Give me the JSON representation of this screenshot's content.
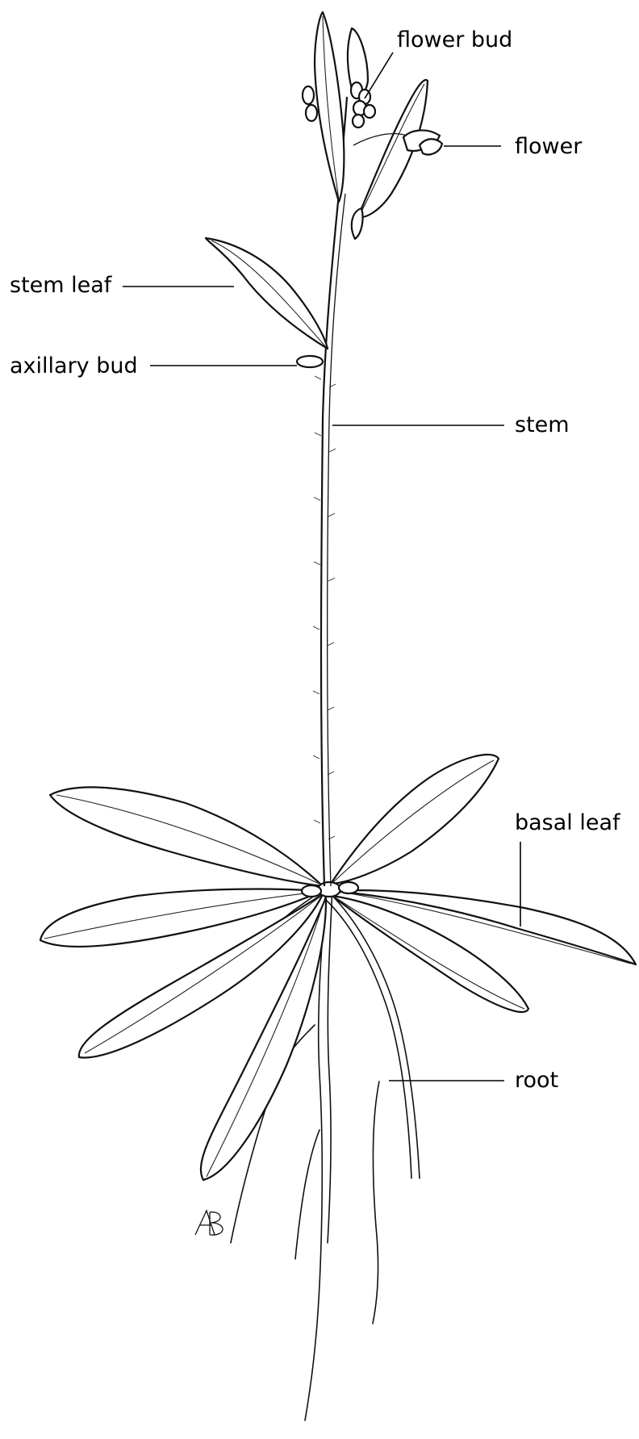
{
  "labels": {
    "flower_bud": "flower bud",
    "flower": "flower",
    "stem_leaf": "stem leaf",
    "axillary_bud": "axillary bud",
    "stem": "stem",
    "basal_leaf": "basal leaf",
    "root": "root"
  },
  "signature": "AB",
  "colors": {
    "ink": "#000000",
    "paper": "#ffffff"
  }
}
